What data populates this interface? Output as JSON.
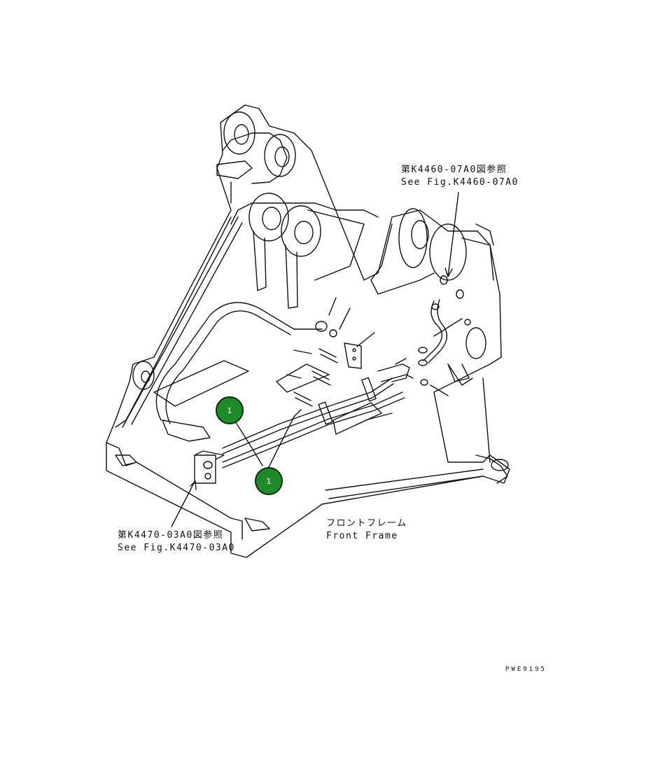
{
  "references": {
    "top_jp": "第K4460-07A0図参照",
    "top_en": "See Fig.K4460-07A0",
    "left_jp": "第K4470-03A0図参照",
    "left_en": "See Fig.K4470-03A0"
  },
  "frame_label": {
    "jp": "フロントフレーム",
    "en": "Front Frame"
  },
  "callouts": [
    "1",
    "1"
  ],
  "drawing_code": "PWE9195",
  "colors": {
    "line": "#111111",
    "callout_fill": "#1f8a2a",
    "callout_text": "#ffffff",
    "background": "#ffffff"
  }
}
